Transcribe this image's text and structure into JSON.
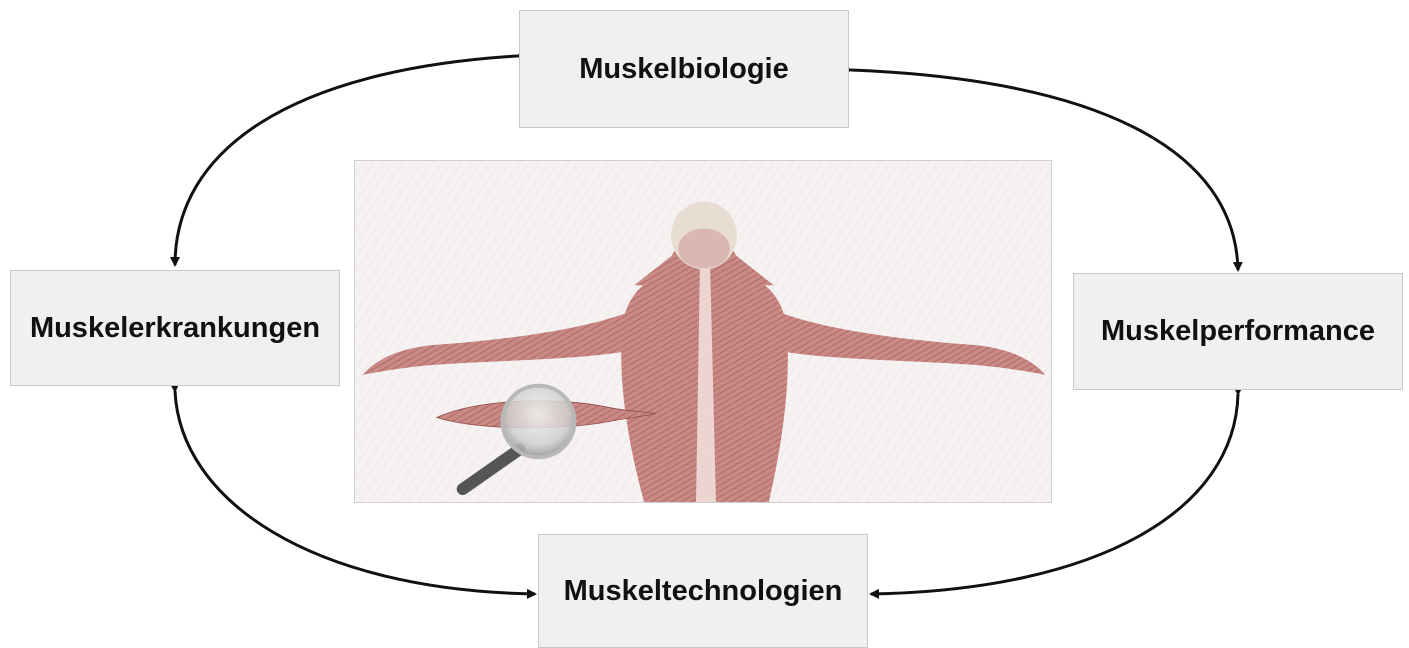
{
  "nodes": {
    "top": "Muskelbiologie",
    "left": "Muskelerkrankungen",
    "right": "Muskelperformance",
    "bottom": "Muskeltechnologien"
  },
  "illustration": {
    "subject": "muscular back anatomy with magnifying glass over a muscle",
    "colors": {
      "paper": "#f6f2f2",
      "muscle": "#c98a86",
      "muscle_dark": "#a9605d",
      "highlight": "#f3e3df",
      "head": "#e8ddd3",
      "lens": "#d9d9d9",
      "handle": "#555555"
    }
  },
  "colors": {
    "box_fill": "#f0f0f0",
    "box_border": "#c9c9c9",
    "arrow": "#111111",
    "text": "#111111"
  }
}
